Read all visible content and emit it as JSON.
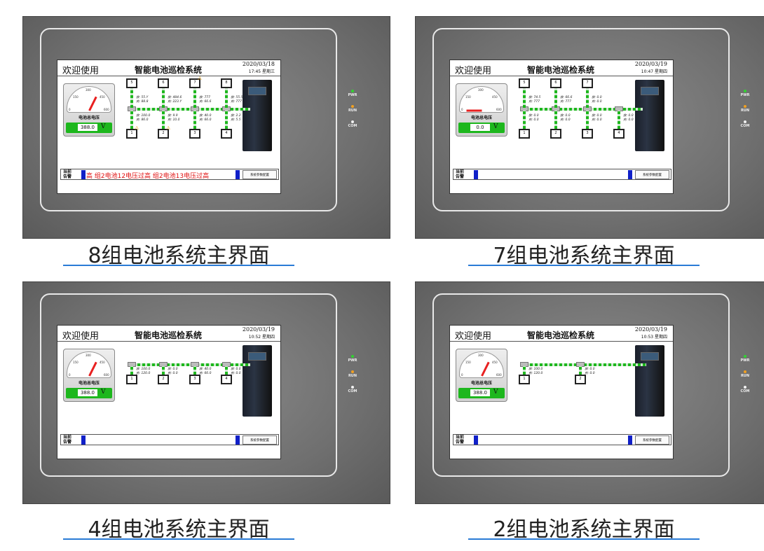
{
  "common": {
    "welcome": "欢迎使用",
    "system_title": "智能电池巡检系统",
    "gauge_label": "电池总电压",
    "gauge_unit": "V",
    "gauge_ticks": [
      "0",
      "150",
      "300",
      "450",
      "600"
    ],
    "alarm_label": "当前\n告警",
    "config_button": "系统参数配置",
    "leds": [
      {
        "label": "PWR",
        "color": "#31d331"
      },
      {
        "label": "RUN",
        "color": "#f2a020"
      },
      {
        "label": "COM",
        "color": "#f2f2f2"
      }
    ]
  },
  "panels": [
    {
      "caption": "8组电池系统主界面",
      "date": "2020/03/18",
      "time": "17:45  星期三",
      "voltage": "388.0",
      "alarm_text": "高 组2电池12电压过高 组2电池13电压过高",
      "top_batteries": [
        "5",
        "6",
        "7",
        "8"
      ],
      "bottom_batteries": [
        "1",
        "2",
        "3",
        "4"
      ],
      "readings": [
        [
          "放: 55.Y",
          "充: 88.8"
        ],
        [
          "放: 484.6",
          "充: 223.Y"
        ],
        [
          "放: 777",
          "充: 66.6"
        ],
        [
          "放: 55.5",
          "充: 777"
        ],
        [
          "放: 100.0",
          "充: 86.0"
        ],
        [
          "放: 9.9",
          "充: 10.0"
        ],
        [
          "放: 40.0",
          "充: 66.0"
        ],
        [
          "放: 2.2",
          "充: 5.5"
        ]
      ]
    },
    {
      "caption": "7组电池系统主界面",
      "date": "2020/03/19",
      "time": "10:47  星期四",
      "voltage": "0.0",
      "alarm_text": "",
      "top_batteries": [
        "5",
        "6",
        "7"
      ],
      "bottom_batteries": [
        "1",
        "2",
        "3",
        "4"
      ],
      "readings": [
        [
          "放: 74.5",
          "充: 777"
        ],
        [
          "放: 66.6",
          "充: 777"
        ],
        [
          "放: 0.0",
          "充: 0.0"
        ],
        [
          "放: 0.0",
          "充: 0.0"
        ],
        [
          "放: 0.0",
          "充: 0.0"
        ],
        [
          "放: 0.0",
          "充: 0.0"
        ],
        [
          "放: 0.0",
          "充: 0.0"
        ]
      ]
    },
    {
      "caption": "4组电池系统主界面",
      "date": "2020/03/19",
      "time": "10:52  星期四",
      "voltage": "388.0",
      "alarm_text": "",
      "top_batteries": [],
      "bottom_batteries": [
        "1",
        "2",
        "3",
        "4"
      ],
      "readings": [
        [
          "放: 100.0",
          "充: 120.0"
        ],
        [
          "放: 0.0",
          "充: 0.0"
        ],
        [
          "放: 40.0",
          "充: 66.0"
        ],
        [
          "放: 0.0",
          "充: 0.0"
        ]
      ]
    },
    {
      "caption": "2组电池系统主界面",
      "date": "2020/03/19",
      "time": "10:53  星期四",
      "voltage": "388.0",
      "alarm_text": "",
      "top_batteries": [],
      "bottom_batteries": [
        "1",
        "2"
      ],
      "readings": [
        [
          "放: 100.0",
          "充: 120.0"
        ],
        [
          "放: 0.0",
          "充: 0.0"
        ]
      ]
    }
  ]
}
